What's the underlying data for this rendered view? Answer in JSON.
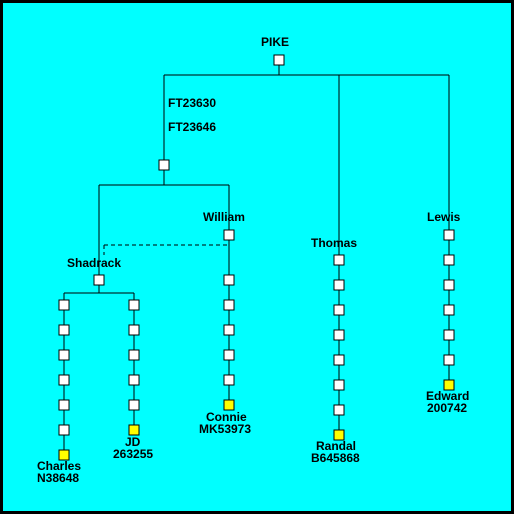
{
  "diagram": {
    "background_color": "#00ffff",
    "border_color": "#000000",
    "node_fill": "#ffffff",
    "leaf_fill": "#ffff00",
    "line_color": "#000000",
    "root": {
      "name": "PIKE"
    },
    "codes": [
      "FT23630",
      "FT23646"
    ],
    "branches": {
      "shadrack": {
        "name": "Shadrack"
      },
      "william": {
        "name": "William"
      },
      "thomas": {
        "name": "Thomas"
      },
      "lewis": {
        "name": "Lewis"
      }
    },
    "leaves": {
      "charles": {
        "name": "Charles",
        "code": "N38648"
      },
      "jd": {
        "name": "JD",
        "code": "263255"
      },
      "connie": {
        "name": "Connie",
        "code": "MK53973"
      },
      "randal": {
        "name": "Randal",
        "code": "B645868"
      },
      "edward": {
        "name": "Edward",
        "code": "200742"
      }
    }
  }
}
